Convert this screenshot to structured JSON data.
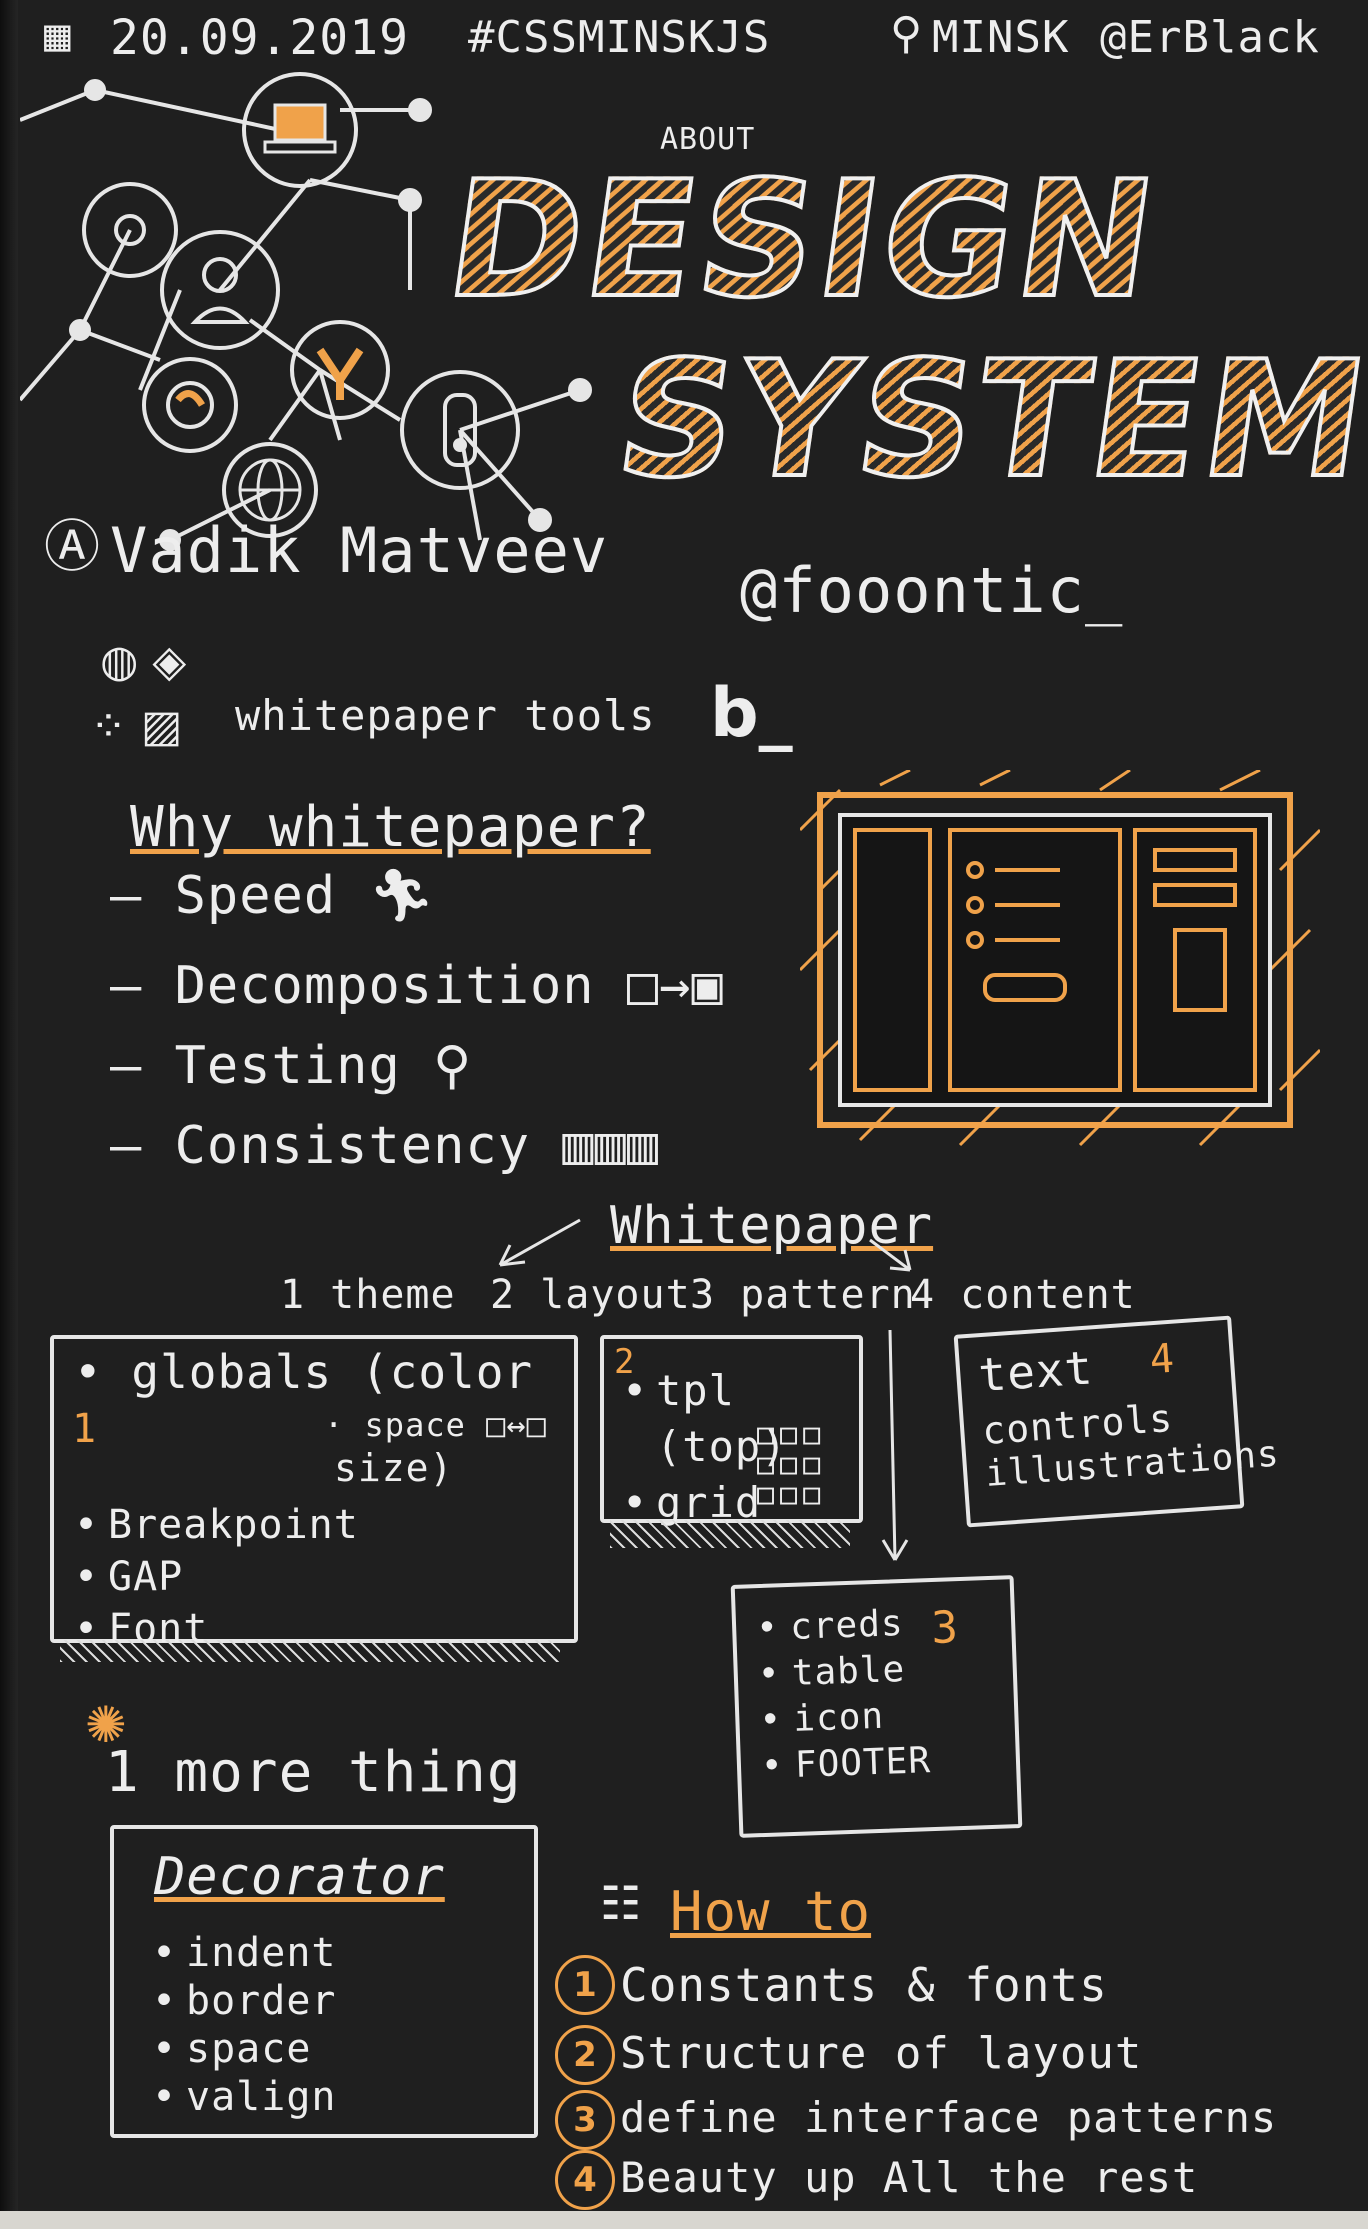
{
  "header": {
    "date": "20.09.2019",
    "hashtag": "#CSSMINSKJS",
    "location": "MINSK",
    "handle": "@ErBlack"
  },
  "title": {
    "about": "ABOUT",
    "line1": "DESIGN",
    "line2": "SYSTEM"
  },
  "speaker": {
    "name": "Vadik Matveev",
    "handle": "@fooontic_"
  },
  "tools": {
    "label": "whitepaper tools",
    "logo": "b_"
  },
  "why": {
    "heading": "Why whitepaper?",
    "items": [
      "Speed",
      "Decomposition",
      "Testing",
      "Consistency"
    ]
  },
  "whitepaper": {
    "label": "Whitepaper",
    "steps": [
      "1 theme",
      "2 layout",
      "3 pattern",
      "4 content"
    ]
  },
  "box_theme": {
    "number": "1",
    "globals": "globals (color",
    "space": "space",
    "size": "size)",
    "items": [
      "Breakpoint",
      "GAP",
      "Font"
    ]
  },
  "box_layout": {
    "number": "2",
    "items": [
      "tpl (top)",
      "grid"
    ]
  },
  "box_content": {
    "number": "4",
    "items": [
      "text",
      "controls",
      "illustrations"
    ]
  },
  "box_pattern": {
    "number": "3",
    "items": [
      "creds",
      "table",
      "icon",
      "FOOTER"
    ]
  },
  "more": {
    "label": "1 more thing"
  },
  "decorator": {
    "heading": "Decorator",
    "items": [
      "indent",
      "border",
      "space",
      "valign"
    ]
  },
  "howto": {
    "heading": "How to",
    "steps": [
      {
        "num": "1",
        "text": "Constants & fonts"
      },
      {
        "num": "2",
        "text": "Structure of layout"
      },
      {
        "num": "3",
        "text": "define interface patterns"
      },
      {
        "num": "4",
        "text": "Beauty up All the rest"
      }
    ]
  },
  "colors": {
    "background": "#1f1f1f",
    "chalk": "#ededed",
    "accent": "#f0a24a"
  }
}
